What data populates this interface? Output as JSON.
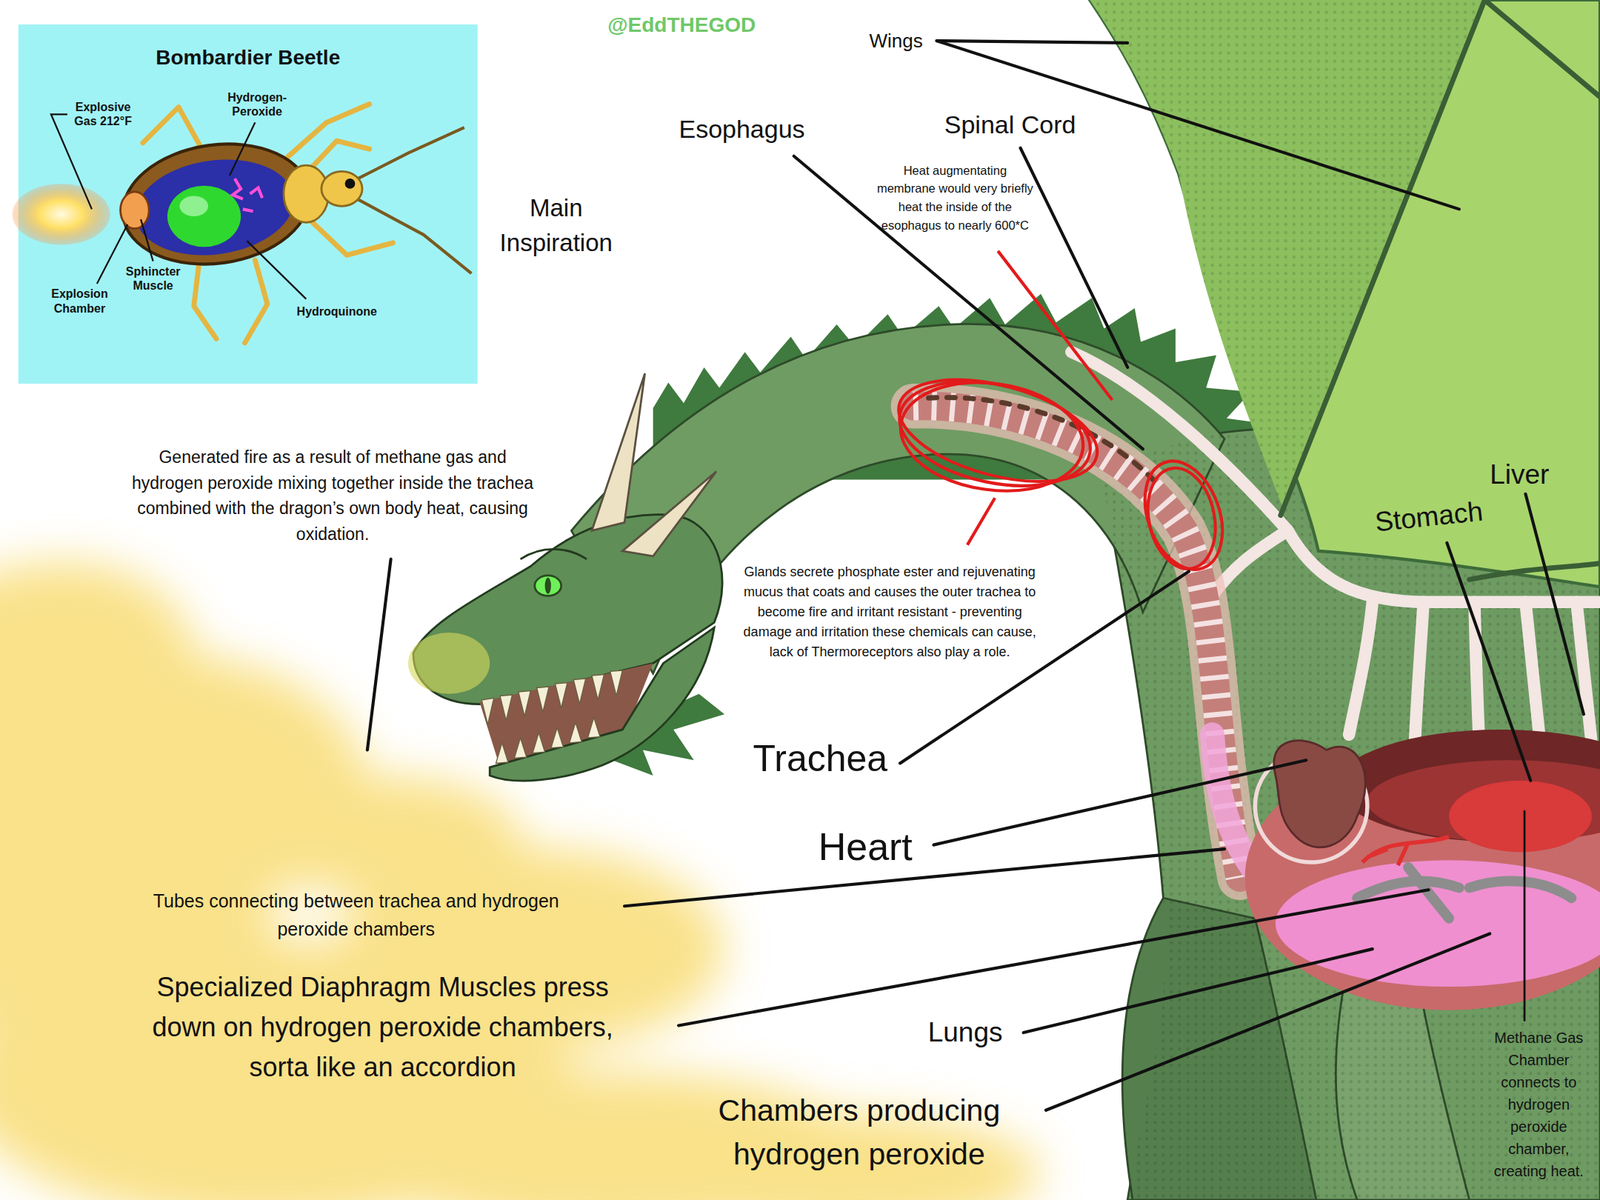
{
  "diagram": {
    "nodes": [
      {
        "text": [
          "Bombardier Beetle"
        ]
      }
    ],
    "labels": [
      "@EddTHEGOD",
      "Wings",
      "Esophagus",
      "Spinal Cord",
      "Explosive Gas 212°F",
      "Hydrogen- Peroxide",
      "Sphincter Muscle",
      "Explosion Chamber",
      "Hydroquinone",
      "Main Inspiration",
      "Heat augmentating membrane would very briefly heat the inside of the esophagus to nearly 600*C",
      "Generated fire as a result of methane gas and hydrogen peroxide mixing together inside the trachea combined with the dragon’s own body heat, causing oxidation.",
      "Liver",
      "Stomach",
      "Glands secrete phosphate ester and rejuvenating mucus that coats and causes the outer trachea to become fire and irritant resistant - preventing damage and irritation these chemicals can cause, lack of Thermoreceptors also play a role.",
      "Trachea",
      "Heart",
      "Tubes connecting between trachea and hydrogen peroxide chambers",
      "Specialized Diaphragm Muscles press down on hydrogen peroxide chambers, sorta like an accordion",
      "Lungs",
      "Chambers producing hydrogen peroxide",
      "Methane Gas Chamber connects to hydrogen peroxide chamber, creating heat."
    ]
  }
}
